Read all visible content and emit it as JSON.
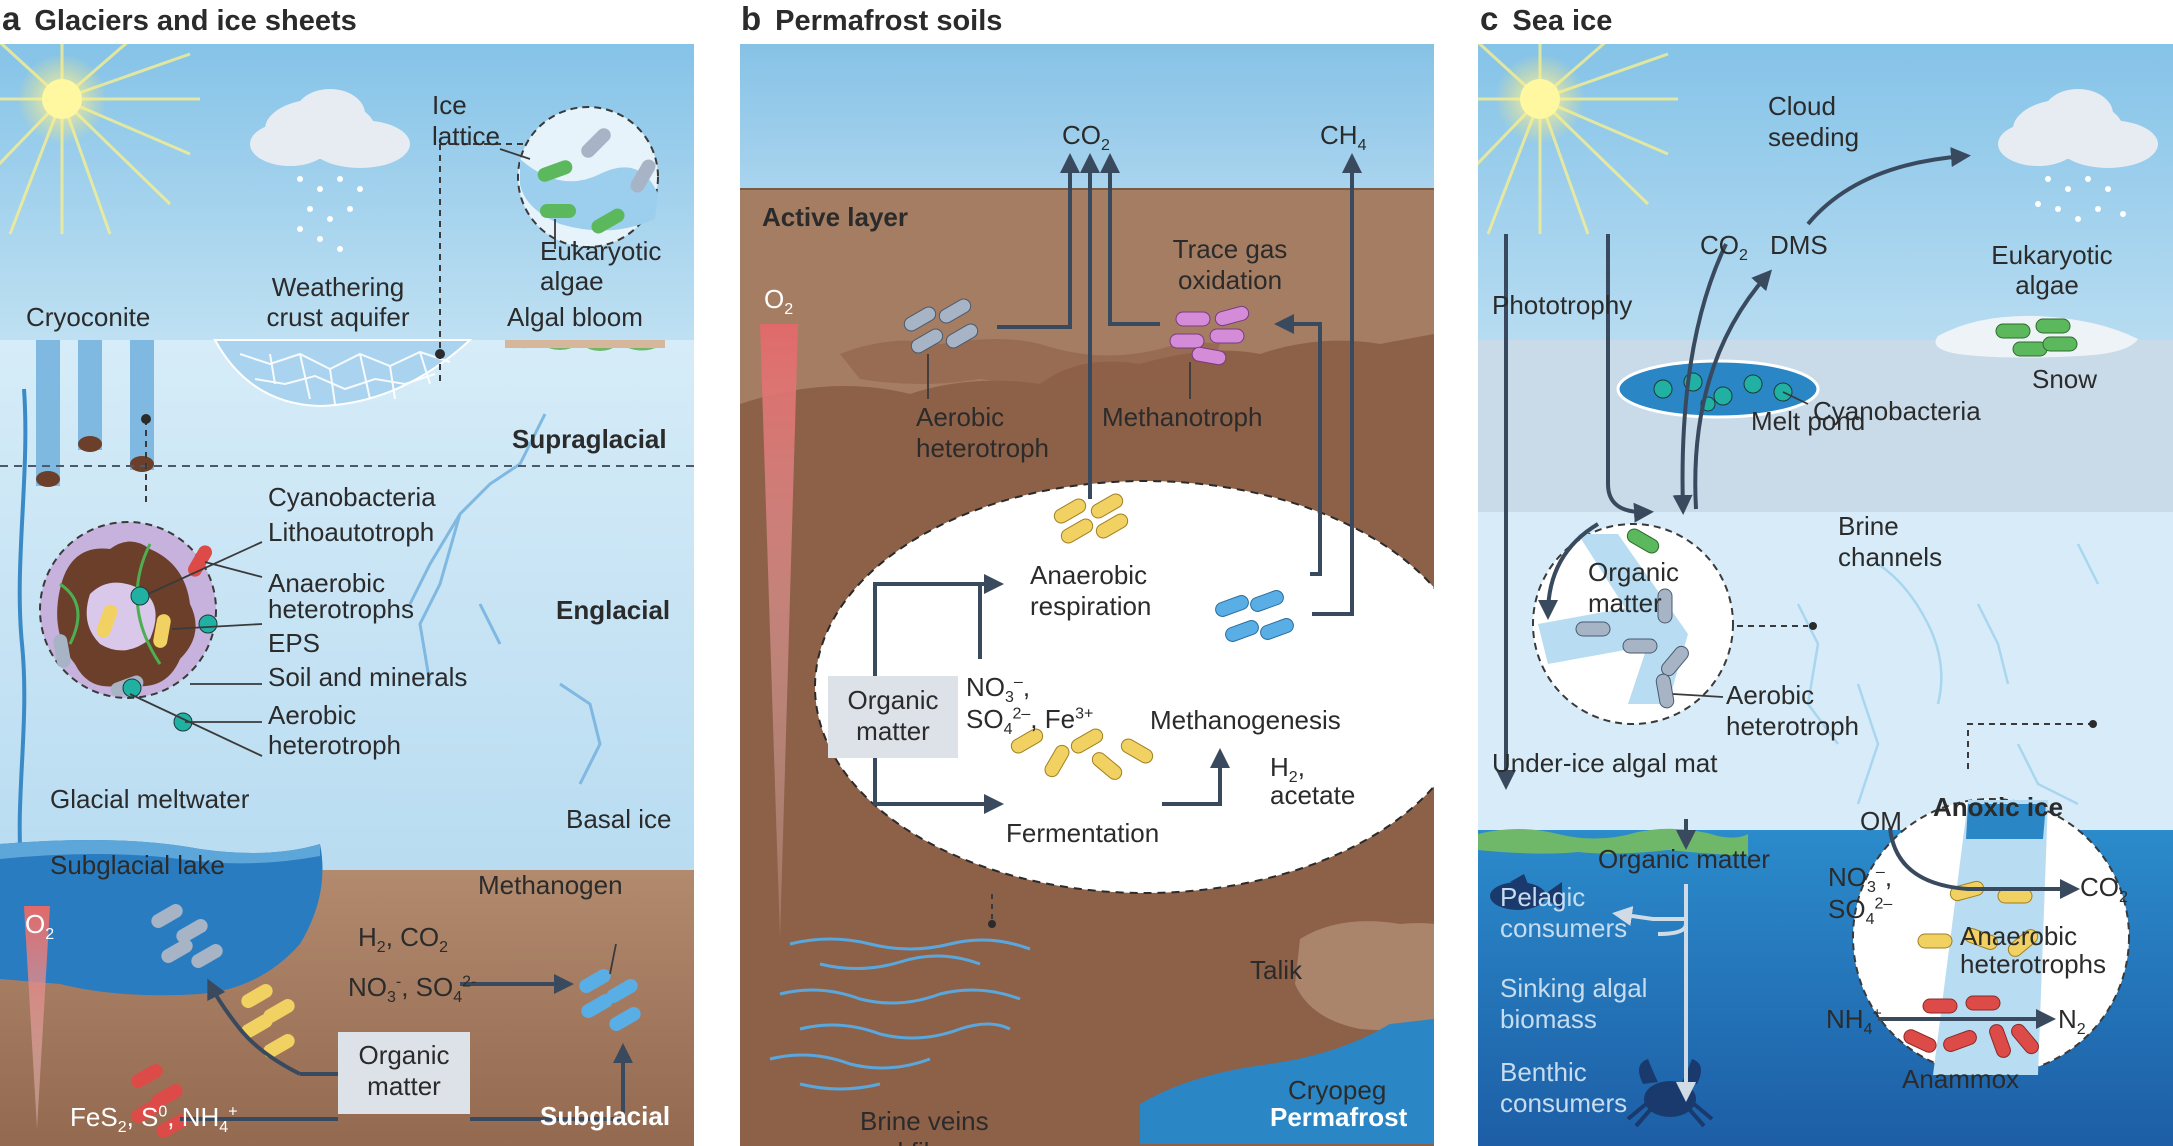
{
  "headers": {
    "a": {
      "letter": "a",
      "title": "Glaciers and ice sheets"
    },
    "b": {
      "letter": "b",
      "title": "Permafrost soils"
    },
    "c": {
      "letter": "c",
      "title": "Sea ice"
    }
  },
  "panel_a": {
    "cryoconite": "Cryoconite",
    "weathering1": "Weathering",
    "weathering2": "crust aquifer",
    "algal_bloom": "Algal bloom",
    "ice1": "Ice",
    "ice2": "lattice",
    "euk1": "Eukaryotic",
    "euk2": "algae",
    "supraglacial": "Supraglacial",
    "englacial": "Englacial",
    "subglacial": "Subglacial",
    "cyanobacteria": "Cyanobacteria",
    "lithoautotroph": "Lithoautotroph",
    "anaerobic1": "Anaerobic",
    "anaerobic2": "heterotrophs",
    "eps": "EPS",
    "soil": "Soil and minerals",
    "aerobic1": "Aerobic",
    "aerobic2": "heterotroph",
    "meltwater": "Glacial meltwater",
    "basal_ice": "Basal ice",
    "subglacial_lake": "Subglacial lake",
    "methanogen": "Methanogen",
    "o2_main": "O",
    "o2_sub": "2",
    "h2co2": {
      "p1": "H",
      "s1": "2",
      "p2": ", CO",
      "s2": "2"
    },
    "no3so4": {
      "p1": "NO",
      "s1": "3",
      "sup1": "-",
      "p2": ", SO",
      "s2": "4",
      "sup2": "2-"
    },
    "organic1": "Organic",
    "organic2": "matter",
    "fes2": {
      "p1": "FeS",
      "s1": "2",
      "p2": ", S",
      "sup2": "0",
      "p3": ", NH",
      "s3": "4",
      "sup3": "+"
    }
  },
  "panel_b": {
    "co2": {
      "p1": "CO",
      "s1": "2"
    },
    "ch4": {
      "p1": "CH",
      "s1": "4"
    },
    "active_layer": "Active layer",
    "o2_main": "O",
    "o2_sub": "2",
    "trace1": "Trace gas",
    "trace2": "oxidation",
    "aerobic1": "Aerobic",
    "aerobic2": "heterotroph",
    "methanotroph": "Methanotroph",
    "anaerobic1": "Anaerobic",
    "anaerobic2": "respiration",
    "organic1": "Organic",
    "organic2": "matter",
    "no3": {
      "p1": "NO",
      "s1": "3",
      "sup1": "–",
      "p2": ","
    },
    "so4": {
      "p1": "SO",
      "s1": "4",
      "sup1": "2–",
      "p2": ", Fe",
      "sup2": "3+"
    },
    "methanogenesis": "Methanogenesis",
    "fermentation": "Fermentation",
    "h2": {
      "p1": "H",
      "s1": "2",
      "p2": ","
    },
    "acetate": "acetate",
    "talik": "Talik",
    "brine1": "Brine veins",
    "brine2": "and films",
    "cryopeg": "Cryopeg",
    "permafrost": "Permafrost"
  },
  "panel_c": {
    "cloud1": "Cloud",
    "cloud2": "seeding",
    "co2": {
      "p1": "CO",
      "s1": "2"
    },
    "dms": "DMS",
    "phototrophy": "Phototrophy",
    "euk1": "Eukaryotic",
    "euk2": "algae",
    "snow": "Snow",
    "melt_pond": "Melt pond",
    "cyanobacteria": "Cyanobacteria",
    "brine1": "Brine",
    "brine2": "channels",
    "organic1": "Organic",
    "organic2": "matter",
    "aerobic1": "Aerobic",
    "aerobic2": "heterotroph",
    "under_ice": "Under-ice algal mat",
    "organic_matter": "Organic matter",
    "pelagic1": "Pelagic",
    "pelagic2": "consumers",
    "sinking1": "Sinking algal",
    "sinking2": "biomass",
    "benthic1": "Benthic",
    "benthic2": "consumers",
    "anoxic": "Anoxic ice",
    "om": "OM",
    "no3": {
      "p1": "NO",
      "s1": "3",
      "sup1": "–",
      "p2": ","
    },
    "so4": {
      "p1": "SO",
      "s1": "4",
      "sup1": "2–"
    },
    "co2_out": {
      "p1": "CO",
      "s1": "2"
    },
    "anaerobic1": "Anaerobic",
    "anaerobic2": "heterotrophs",
    "nh4": {
      "p1": "NH",
      "s1": "4",
      "sup1": "+"
    },
    "n2": {
      "p1": "N",
      "s1": "2"
    },
    "anammox": "Anammox"
  },
  "colors": {
    "sky": "#8fc6e6",
    "ice": "#cfe8f6",
    "soil": "#a57d63",
    "soil_dark": "#8a6047",
    "water": "#2a86c5",
    "arrow": "#3a4a5e",
    "green_bug": "#5cb85c",
    "grey_bug": "#a7b4c6",
    "yellow_bug": "#f2d163",
    "red_bug": "#dd4b48",
    "blue_bug": "#5aaee6",
    "purple_bug": "#d48cd8",
    "teal_bug": "#21b1a3"
  }
}
